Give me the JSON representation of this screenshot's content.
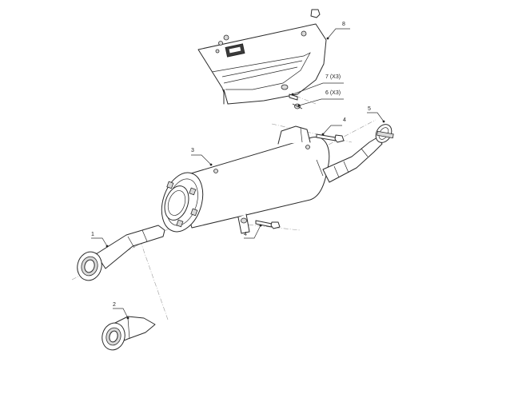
{
  "callouts": [
    {
      "id": "1",
      "label": "1"
    },
    {
      "id": "2",
      "label": "2"
    },
    {
      "id": "3",
      "label": "3"
    },
    {
      "id": "4a",
      "label": "4"
    },
    {
      "id": "4b",
      "label": "4"
    },
    {
      "id": "5",
      "label": "5"
    },
    {
      "id": "6",
      "label": "6 (X3)"
    },
    {
      "id": "7",
      "label": "7 (X3)"
    },
    {
      "id": "8",
      "label": "8"
    }
  ]
}
